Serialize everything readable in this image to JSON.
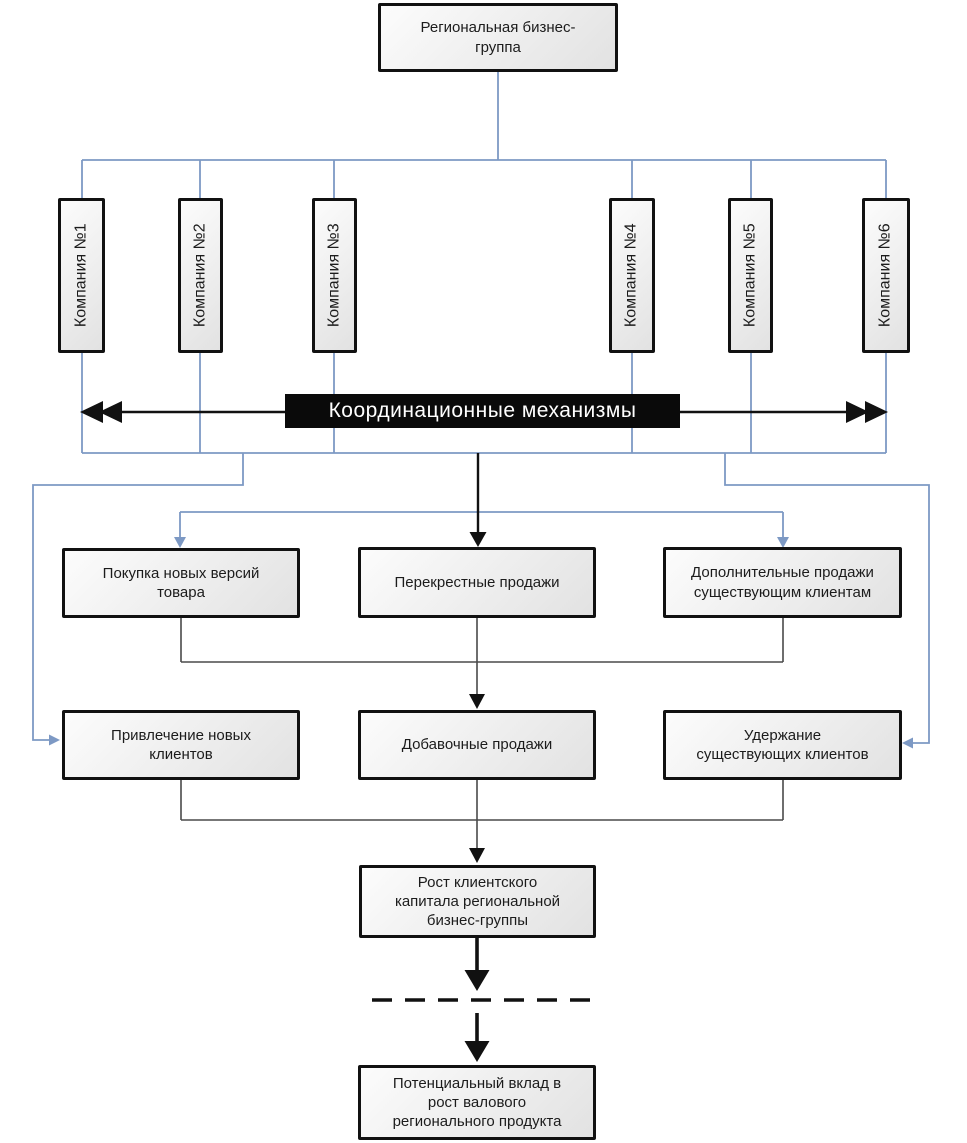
{
  "diagram": {
    "root": {
      "label": "Региональная бизнес-группа"
    },
    "companies": [
      {
        "label": "Компания №1"
      },
      {
        "label": "Компания №2"
      },
      {
        "label": "Компания №3"
      },
      {
        "label": "Компания №4"
      },
      {
        "label": "Компания №5"
      },
      {
        "label": "Компания №6"
      }
    ],
    "banner": {
      "label": "Координационные механизмы"
    },
    "mechanisms_row1": [
      {
        "label": "Покупка новых версий товара"
      },
      {
        "label": "Перекрестные продажи"
      },
      {
        "label": "Дополнительные продажи существующим клиентам"
      }
    ],
    "mechanisms_row2": [
      {
        "label": "Привлечение новых клиентов"
      },
      {
        "label": "Добавочные продажи"
      },
      {
        "label": "Удержание существующих клиентов"
      }
    ],
    "outcome": {
      "label": "Рост клиентского капитала региональной бизнес-группы"
    },
    "final_outcome": {
      "label": "Потенциальный вклад в рост валового регионального продукта"
    }
  },
  "colors": {
    "connector_blue": "#7d99c4",
    "connector_black": "#111111",
    "connector_gray": "#4a4a4a",
    "banner_bg": "#0a0a0a",
    "banner_text": "#ffffff",
    "box_border": "#111111",
    "box_fill_light": "#fcfcfc",
    "box_fill_dark": "#e2e2e2"
  }
}
